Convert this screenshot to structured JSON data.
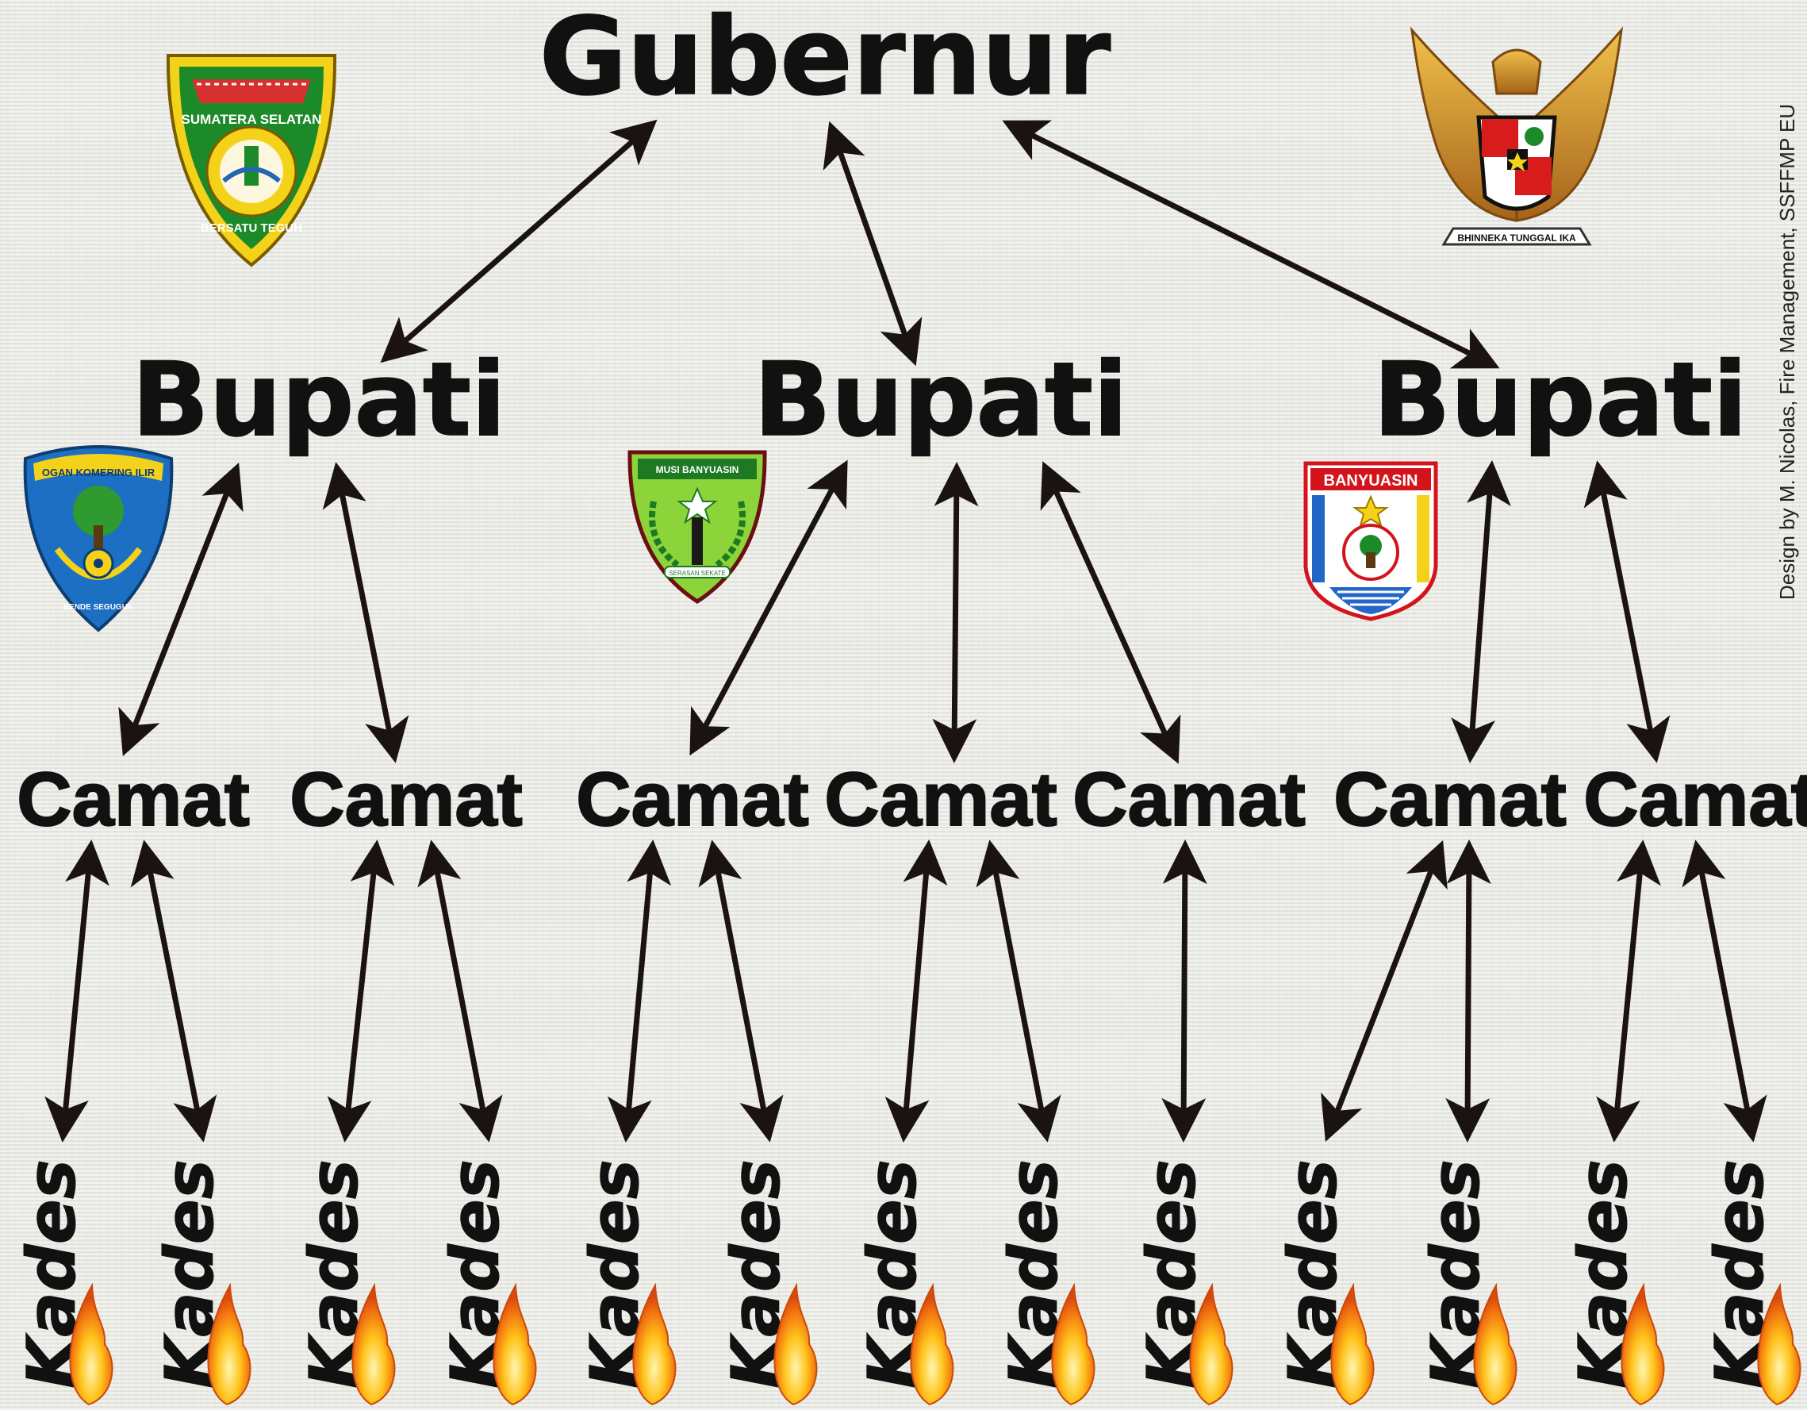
{
  "top": {
    "label": "Gubernur"
  },
  "bupati": [
    {
      "label": "Bupati"
    },
    {
      "label": "Bupati"
    },
    {
      "label": "Bupati"
    }
  ],
  "camat": [
    {
      "label": "Camat"
    },
    {
      "label": "Camat"
    },
    {
      "label": "Camat"
    },
    {
      "label": "Camat"
    },
    {
      "label": "Camat"
    },
    {
      "label": "Camat"
    },
    {
      "label": "Camat"
    }
  ],
  "kades_label": "Kades",
  "kades_count": 13,
  "emblems": {
    "province": {
      "top": "SUMATERA SELATAN",
      "bottom": "BERSATU TEGUH"
    },
    "oki": {
      "top": "OGAN KOMERING ILIR",
      "bottom": "BENDE SEGUGUK"
    },
    "muba": {
      "top": "MUSI BANYUASIN",
      "bottom": "SERASAN SEKATE"
    },
    "banyuasin": {
      "top": "BANYUASIN"
    },
    "garuda": {
      "ribbon": "BHINNEKA TUNGGAL IKA"
    }
  },
  "credit": "Design by M. Nicolas, Fire Management, SSFFMP EU",
  "colors": {
    "arrow": "#1b1313",
    "flame_outer": "#f07a10",
    "flame_inner": "#ffd630",
    "shield_green": "#1d8a2a",
    "oki_blue": "#1c6fc2",
    "muba_green": "#8cd43a",
    "banyuasin_red": "#d4141c",
    "garuda_gold": "#c9871e"
  }
}
